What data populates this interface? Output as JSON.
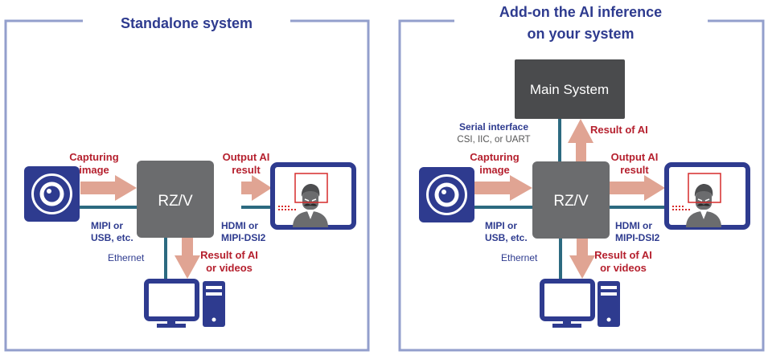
{
  "colors": {
    "frame": "#939fcc",
    "title": "#2e3b8f",
    "device_blue": "#2e3b8f",
    "chip_gray": "#6b6c6e",
    "main_system_gray": "#4a4b4d",
    "arrow_salmon": "#e0a493",
    "wire_teal": "#2c6a80",
    "label_red": "#b5202e",
    "face_box_red": "#d62b2b"
  },
  "panels": [
    {
      "id": "standalone",
      "title_lines": [
        "Standalone system"
      ],
      "chip_label": "RZ/V",
      "capture_label": [
        "Capturing",
        "image"
      ],
      "camera_link_label": [
        "MIPI or",
        "USB, etc."
      ],
      "output_label": [
        "Output AI",
        "result"
      ],
      "display_link_label": [
        "HDMI or",
        "MIPI-DSI2"
      ],
      "ethernet_label": "Ethernet",
      "pc_label": [
        "Result of AI",
        "or videos"
      ]
    },
    {
      "id": "addon",
      "title_lines": [
        "Add-on the AI inference",
        "on your system"
      ],
      "main_system_label": "Main System",
      "serial_label": "Serial interface",
      "serial_sub_label": "CSI, IIC, or UART",
      "result_up_label": "Result of AI",
      "chip_label": "RZ/V",
      "capture_label": [
        "Capturing",
        "image"
      ],
      "camera_link_label": [
        "MIPI or",
        "USB, etc."
      ],
      "output_label": [
        "Output AI",
        "result"
      ],
      "display_link_label": [
        "HDMI or",
        "MIPI-DSI2"
      ],
      "ethernet_label": "Ethernet",
      "pc_label": [
        "Result of AI",
        "or videos"
      ]
    }
  ]
}
